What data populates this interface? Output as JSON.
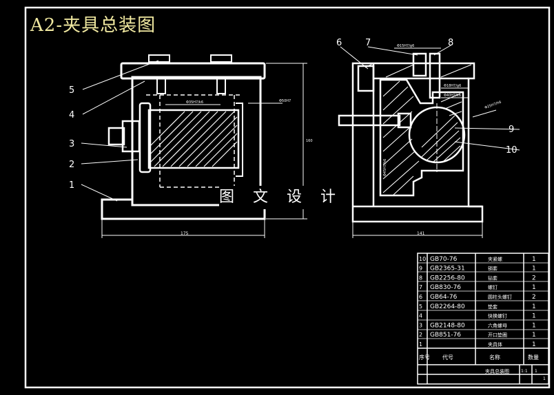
{
  "title": "A2-夹具总装图",
  "watermark": "图 文 设 计",
  "balloons_left": [
    "5",
    "4",
    "3",
    "2",
    "1"
  ],
  "balloons_right": [
    "6",
    "7",
    "8",
    "9",
    "10"
  ],
  "bom": [
    {
      "no": "10",
      "code": "GB70-76",
      "name": "夹紧螺",
      "qty": "1"
    },
    {
      "no": "9",
      "code": "GB2365-31",
      "name": "销套",
      "qty": "1"
    },
    {
      "no": "8",
      "code": "GB2256-80",
      "name": "钻套",
      "qty": "2"
    },
    {
      "no": "7",
      "code": "GB830-76",
      "name": "螺钉",
      "qty": "1"
    },
    {
      "no": "6",
      "code": "GB64-76",
      "name": "圆柱头螺钉",
      "qty": "2"
    },
    {
      "no": "5",
      "code": "GB2264-80",
      "name": "垫套",
      "qty": "1"
    },
    {
      "no": "4",
      "code": "",
      "name": "快换螺钉",
      "qty": "1"
    },
    {
      "no": "3",
      "code": "GB2148-80",
      "name": "六角螺母",
      "qty": "1"
    },
    {
      "no": "2",
      "code": "GB851-76",
      "name": "开口垫圈",
      "qty": "1"
    },
    {
      "no": "1",
      "code": "",
      "name": "夹具体",
      "qty": "1"
    }
  ],
  "bom_header": {
    "no": "序号",
    "code": "代号",
    "name": "名称",
    "qty": "数量"
  },
  "title_block": {
    "name": "夹具总装图",
    "scale": "1:1",
    "sheet": "1",
    "sheet_total": "1"
  },
  "dims": {
    "width_left": "175",
    "width_right": "141",
    "height_left": "160",
    "shaft": "Φ35H7/k6",
    "top_fit_1": "Φ15H7/g6",
    "top_fit_2": "Φ18H7/g6",
    "side_fit": "Φ40H7/k6",
    "side_note": "Φ25H7/h6",
    "left_top": "Φ50H7",
    "vert_dim": "Φ45H7/h6"
  }
}
